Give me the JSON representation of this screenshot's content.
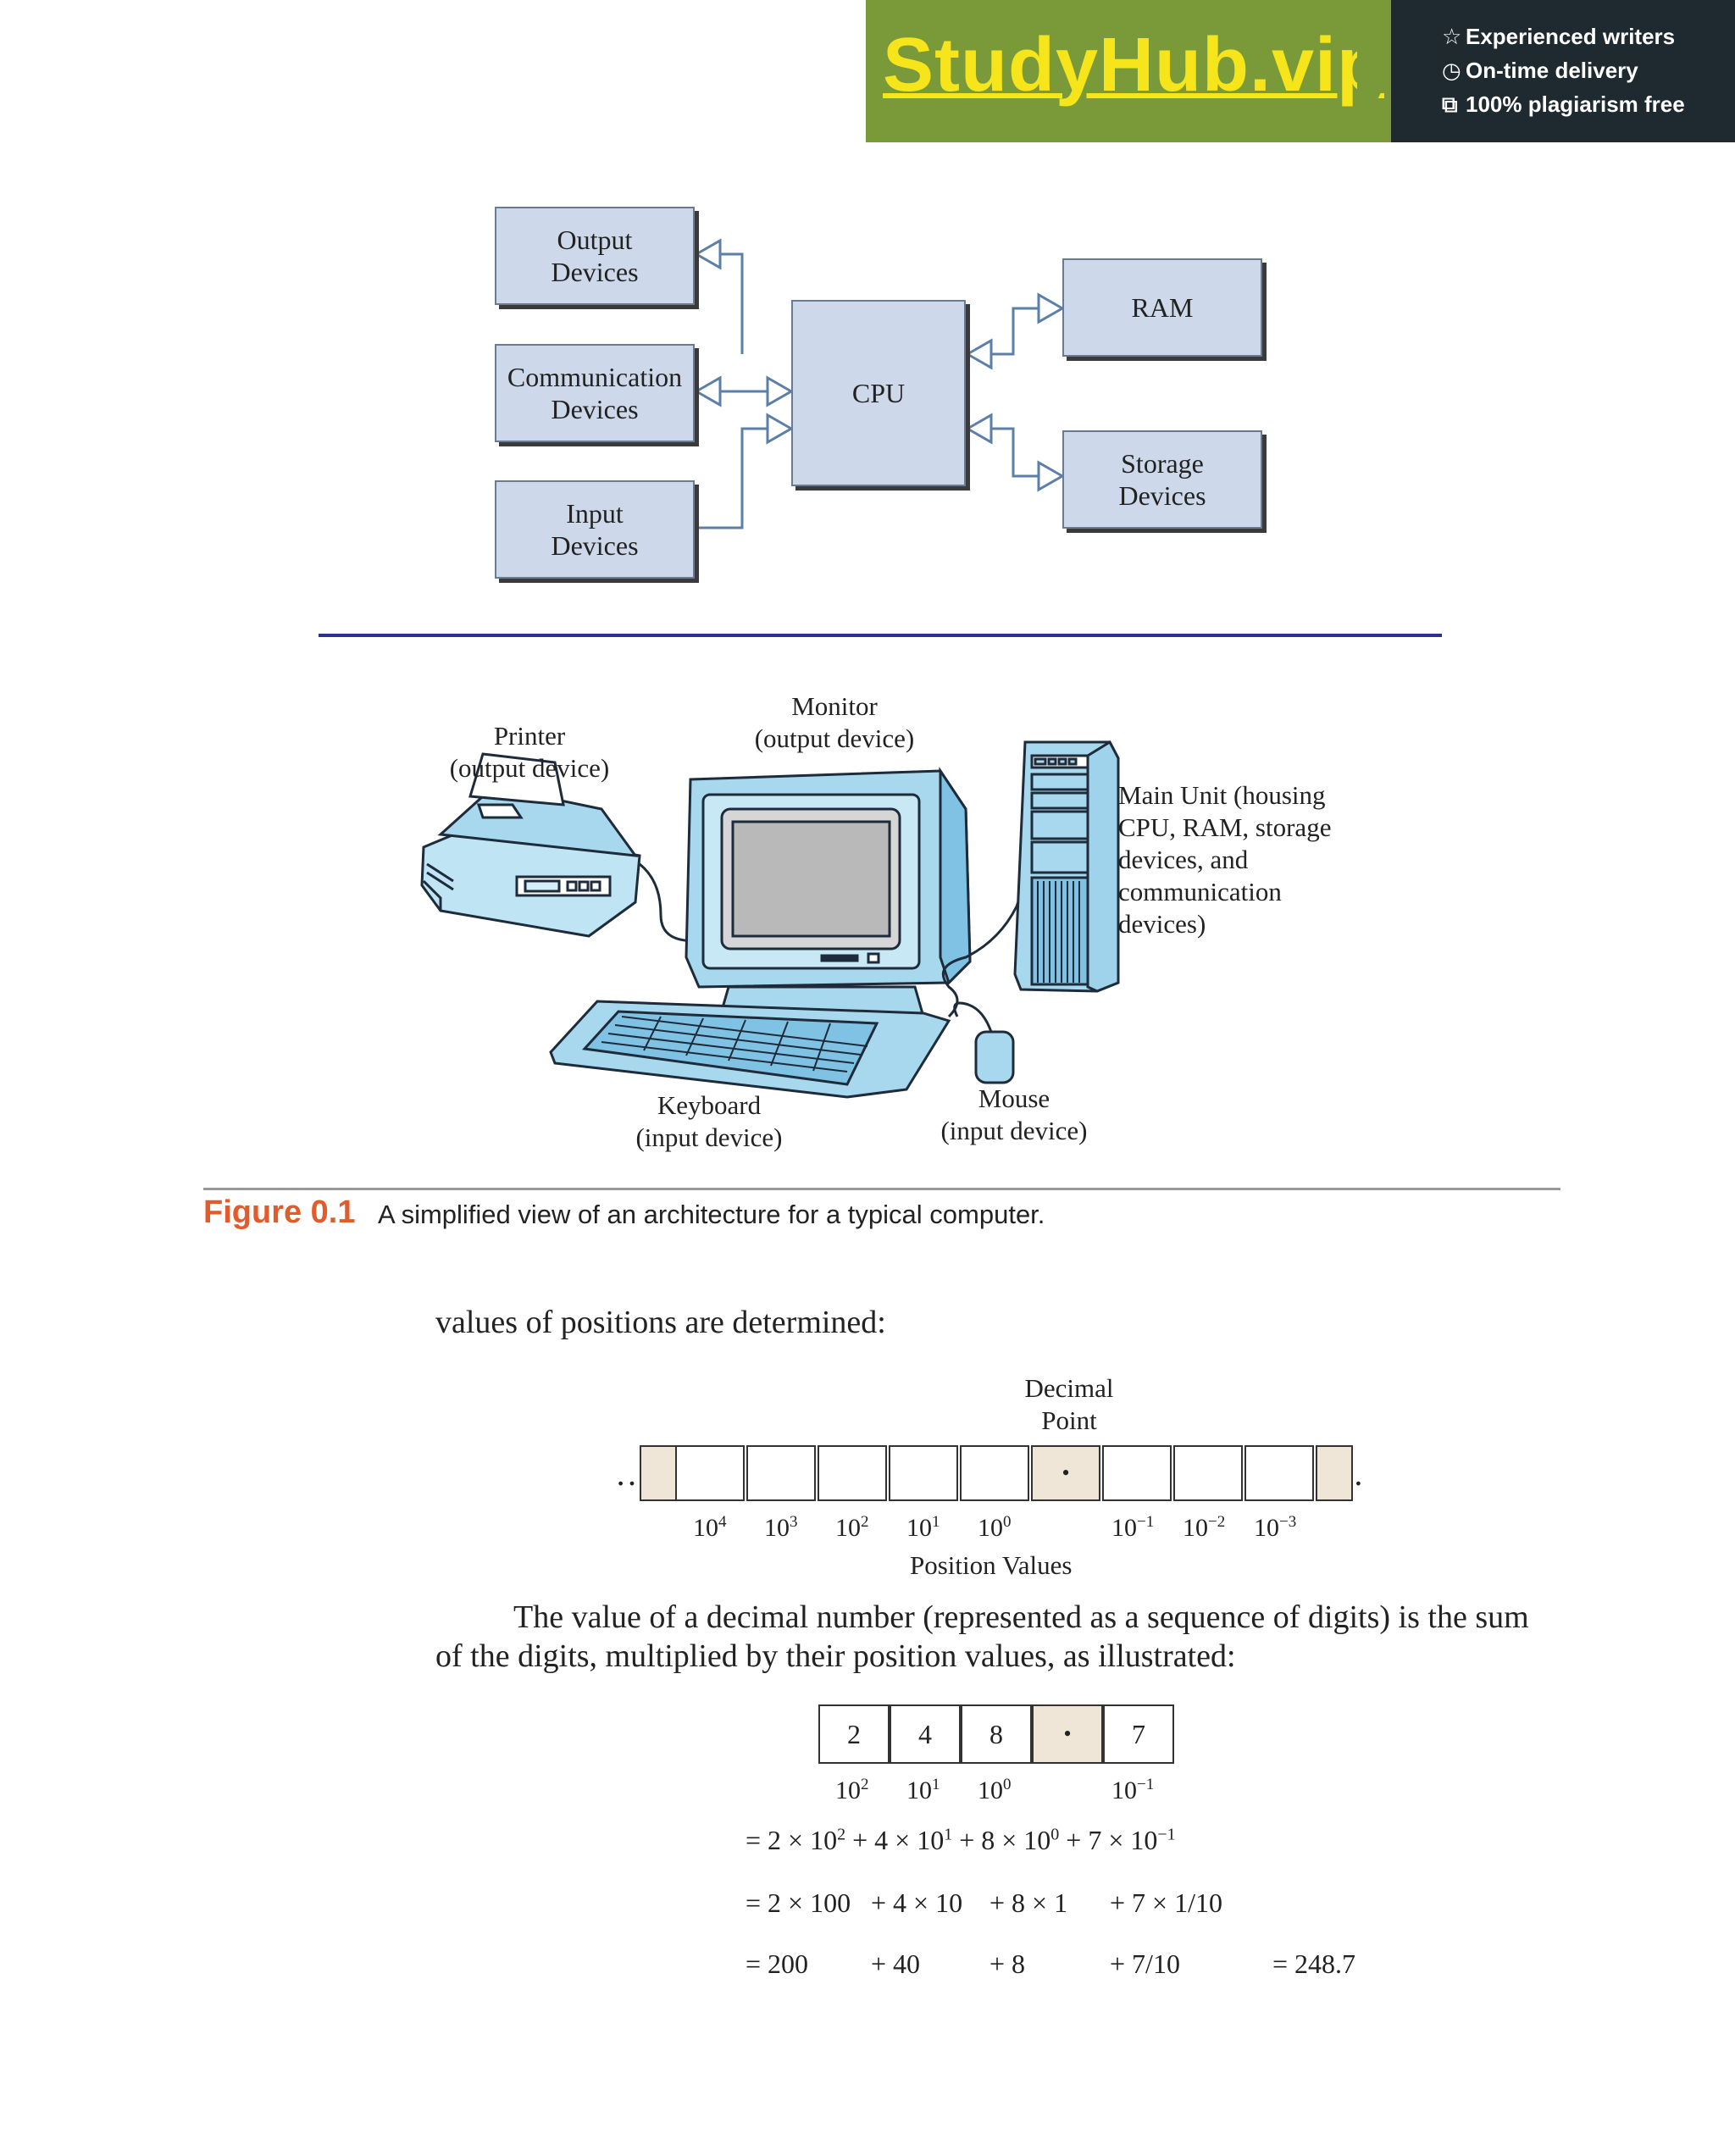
{
  "banner": {
    "brand": "StudyHub.vip",
    "features": [
      "Experienced writers",
      "On-time delivery",
      "100% plagiarism free"
    ],
    "colors": {
      "green": "#7a9a3a",
      "dark": "#1f2a30",
      "brand_text": "#f5e51a"
    }
  },
  "block_diagram": {
    "output_devices": "Output\nDevices",
    "communication_devices": "Communication\nDevices",
    "input_devices": "Input\nDevices",
    "cpu": "CPU",
    "ram": "RAM",
    "storage_devices": "Storage\nDevices"
  },
  "illustration": {
    "printer": "Printer\n(output device)",
    "monitor": "Monitor\n(output device)",
    "main_unit": "Main Unit (housing\nCPU, RAM, storage\ndevices, and\ncommunication\ndevices)",
    "keyboard": "Keyboard\n(input device)",
    "mouse": "Mouse\n(input device)"
  },
  "caption": {
    "label": "Figure 0.1",
    "text": "A simplified view of an architecture for a typical computer."
  },
  "text": {
    "intro": "values of positions are determined:",
    "paragraph": "The value of a decimal number (represented as a sequence of digits) is the sum of the digits, multiplied by their position values, as illustrated:"
  },
  "positions_figure": {
    "decimal_point_label": "Decimal\nPoint",
    "ellipsis": "…",
    "dot": "•",
    "position_values_label": "Position Values",
    "exponents": [
      "4",
      "3",
      "2",
      "1",
      "0",
      "−1",
      "−2",
      "−3"
    ]
  },
  "example": {
    "digits": [
      "2",
      "4",
      "8",
      "•",
      "7"
    ],
    "exponents": [
      "2",
      "1",
      "0",
      "−1"
    ],
    "line1": [
      "= 2 × 10",
      "2",
      " + 4 × 10",
      "1",
      " + 8 × 10",
      "0",
      " + 7 × 10",
      "−1"
    ],
    "line2": [
      "= 2 × 100",
      "+ 4 × 10",
      "+ 8 × 1",
      "+ 7 × 1/10"
    ],
    "line3": [
      "= 200",
      "+ 40",
      "+ 8",
      "+ 7/10",
      "= 248.7"
    ]
  }
}
